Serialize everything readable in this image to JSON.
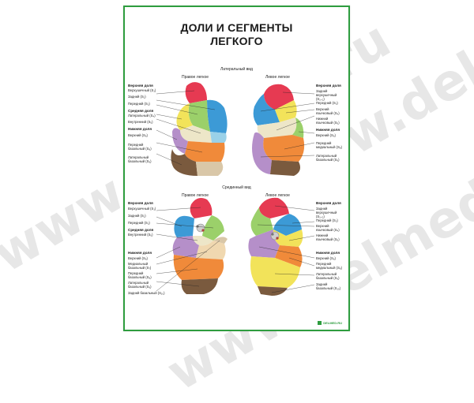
{
  "watermark": "www.delmed.ru",
  "poster": {
    "title_line1": "ДОЛИ И СЕГМЕНТЫ",
    "title_line2": "ЛЕГКОГО",
    "lateral": {
      "view_title": "Латеральный вид",
      "right_title": "Правое легкое",
      "left_title": "Левое легкое",
      "right_labels": [
        {
          "text": "Верхняя доля",
          "bold": true
        },
        {
          "text": "Верхушечный (S₁)",
          "bold": false
        },
        {
          "text": "Задний (S₂)",
          "bold": false
        },
        {
          "text": "Передний (S₃)",
          "bold": false
        },
        {
          "text": "Средняя доля",
          "bold": true
        },
        {
          "text": "Латеральный (S₄)",
          "bold": false
        },
        {
          "text": "Внутренний (S₅)",
          "bold": false
        },
        {
          "text": "Нижняя доля",
          "bold": true
        },
        {
          "text": "Верхний (S₆)",
          "bold": false
        },
        {
          "text": "Передний базальный (S₈)",
          "bold": false
        },
        {
          "text": "Латеральный базальный (S₉)",
          "bold": false
        }
      ],
      "left_labels": [
        {
          "text": "Верхняя доля",
          "bold": true
        },
        {
          "text": "Задний верхушечный (S₁₊₂)",
          "bold": false
        },
        {
          "text": "Передний (S₃)",
          "bold": false
        },
        {
          "text": "Верхний язычковый (S₄)",
          "bold": false
        },
        {
          "text": "Нижний язычковый (S₅)",
          "bold": false
        },
        {
          "text": "Нижняя доля",
          "bold": true
        },
        {
          "text": "Верхний (S₆)",
          "bold": false
        },
        {
          "text": "Передний медиальный (S₈)",
          "bold": false
        },
        {
          "text": "Латеральный базальный (S₉)",
          "bold": false
        }
      ]
    },
    "medial": {
      "view_title": "Срединный вид",
      "right_title": "Правое легкое",
      "left_title": "Левое легкое",
      "right_labels": [
        {
          "text": "Верхняя доля",
          "bold": true
        },
        {
          "text": "Верхушечный (S₁)",
          "bold": false
        },
        {
          "text": "Задний (S₂)",
          "bold": false
        },
        {
          "text": "Передний (S₃)",
          "bold": false
        },
        {
          "text": "Средняя доля",
          "bold": true
        },
        {
          "text": "Внутренний (S₅)",
          "bold": false
        },
        {
          "text": "Нижняя доля",
          "bold": true
        },
        {
          "text": "Верхний (S₆)",
          "bold": false
        },
        {
          "text": "Медиальный базальный (S₇)",
          "bold": false
        },
        {
          "text": "Передний базальный (S₈)",
          "bold": false
        },
        {
          "text": "Латеральный базальный (S₉)",
          "bold": false
        },
        {
          "text": "Задний базальный (S₁₀)",
          "bold": false
        }
      ],
      "left_labels": [
        {
          "text": "Верхняя доля",
          "bold": true
        },
        {
          "text": "Задний верхушечный (S₁₊₂)",
          "bold": false
        },
        {
          "text": "Передний (S₃)",
          "bold": false
        },
        {
          "text": "Верхний язычковый (S₄)",
          "bold": false
        },
        {
          "text": "Нижний язычковый (S₅)",
          "bold": false
        },
        {
          "text": "Нижняя доля",
          "bold": true
        },
        {
          "text": "Верхний (S₆)",
          "bold": false
        },
        {
          "text": "Передний медиальный (S₈)",
          "bold": false
        },
        {
          "text": "Латеральный базальный (S₉)",
          "bold": false
        },
        {
          "text": "Задний базальный (S₁₀)",
          "bold": false
        }
      ]
    },
    "logo_text": "DELMED.RU"
  },
  "colors": {
    "border": "#2e9d3f",
    "s1": "#e63a52",
    "s2": "#3c9ad6",
    "s3": "#f2e35a",
    "s4": "#9bd06a",
    "s5": "#ede6c8",
    "s6": "#b58fc9",
    "s7": "#f0d8b0",
    "s8": "#f08a3a",
    "s9": "#7a5a3e",
    "s10": "#d9c7a8"
  }
}
